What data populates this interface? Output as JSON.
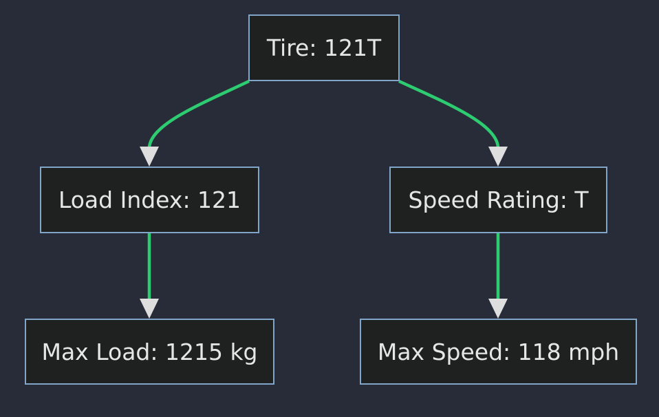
{
  "diagram": {
    "colors": {
      "background": "#282c38",
      "node_fill": "#1f2020",
      "node_border": "#81a6c9",
      "node_text": "#e6e6e6",
      "edge": "#2ecc71",
      "arrowhead": "#dedede"
    },
    "nodes": {
      "root": "Tire: 121T",
      "load_index": "Load Index: 121",
      "speed_rating": "Speed Rating: T",
      "max_load": "Max Load: 1215 kg",
      "max_speed": "Max Speed: 118 mph"
    },
    "edges": [
      {
        "from": "root",
        "to": "load_index"
      },
      {
        "from": "root",
        "to": "speed_rating"
      },
      {
        "from": "load_index",
        "to": "max_load"
      },
      {
        "from": "speed_rating",
        "to": "max_speed"
      }
    ]
  }
}
